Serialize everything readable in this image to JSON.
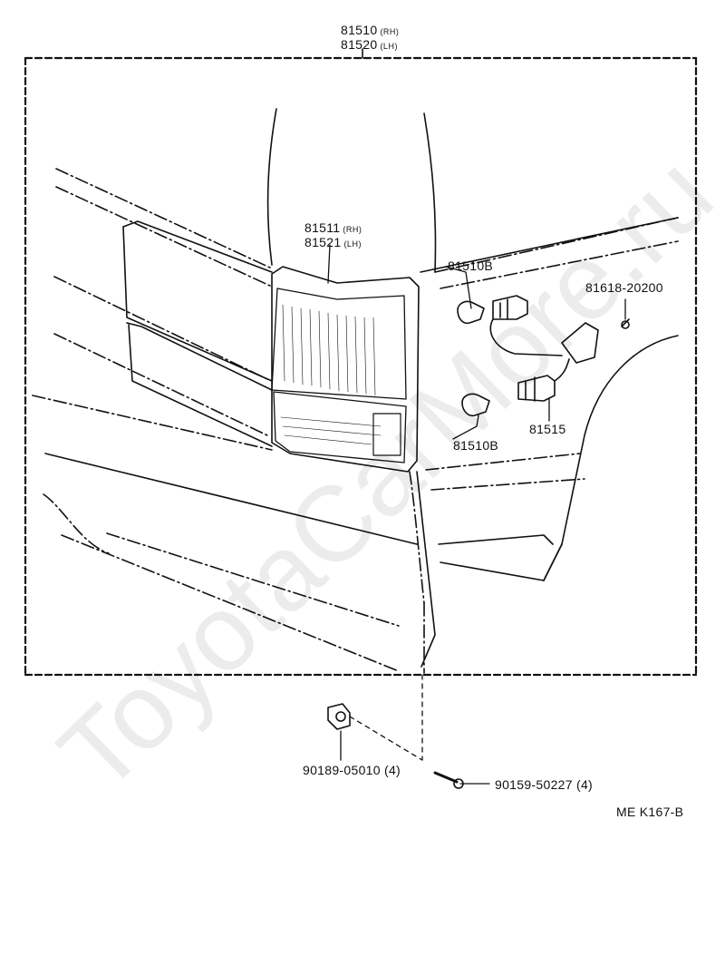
{
  "assembly": {
    "rh_part": "81510",
    "rh_side": "(RH)",
    "lh_part": "81520",
    "lh_side": "(LH)"
  },
  "lens": {
    "rh_part": "81511",
    "rh_side": "(RH)",
    "lh_part": "81521",
    "lh_side": "(LH)"
  },
  "bulb_upper": "81510B",
  "bulb_lower": "81510B",
  "socket": "81515",
  "screw_right": "81618-20200",
  "nut": "90189-05010 (4)",
  "bolt": "90159-50227 (4)",
  "figure_code": "ME  K167-B",
  "watermark": "ToyotaCarMore.ru"
}
